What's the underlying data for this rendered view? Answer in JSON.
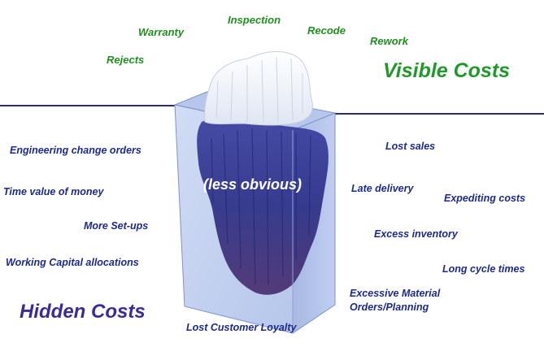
{
  "visible_costs": {
    "heading": "Visible Costs",
    "items": [
      "Warranty",
      "Inspection",
      "Recode",
      "Rework",
      "Rejects"
    ]
  },
  "hidden_costs": {
    "heading": "Hidden Costs",
    "center_note": "(less obvious)",
    "left_items": [
      "Engineering change orders",
      "Time value of money",
      "More Set-ups",
      "Working Capital allocations"
    ],
    "right_items": [
      "Lost sales",
      "Late delivery",
      "Expediting costs",
      "Excess inventory",
      "Long cycle times",
      "Excessive Material",
      "Orders/Planning"
    ],
    "bottom_item": "Lost Customer Loyalty"
  },
  "colors": {
    "visible": "#1f8f1f",
    "hidden": "#1c2a8a",
    "heading_hidden": "#3b2b96",
    "water_line": "#2e2a7a"
  }
}
